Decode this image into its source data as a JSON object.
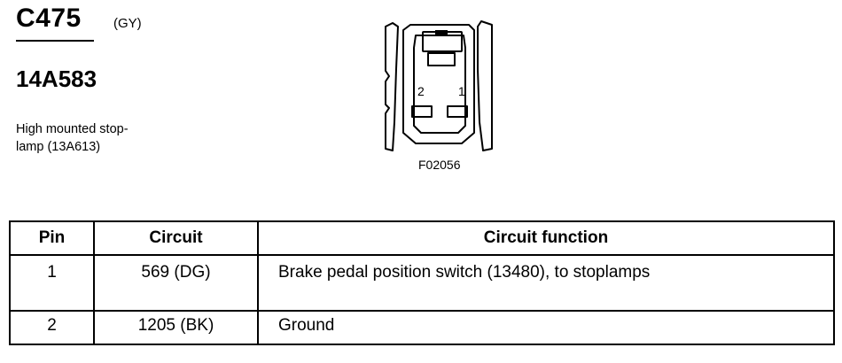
{
  "connector": {
    "id": "C475",
    "color": "(GY)",
    "part_number": "14A583",
    "description_line1": "High mounted stop-",
    "description_line2": "lamp (13A613)",
    "figure_id": "F02056",
    "pin_labels": [
      "2",
      "1"
    ]
  },
  "table": {
    "headers": {
      "pin": "Pin",
      "circuit": "Circuit",
      "function": "Circuit function"
    },
    "rows": [
      {
        "pin": "1",
        "circuit": "569 (DG)",
        "function": "Brake pedal position switch (13480), to stoplamps"
      },
      {
        "pin": "2",
        "circuit": "1205 (BK)",
        "function": "Ground"
      }
    ]
  }
}
